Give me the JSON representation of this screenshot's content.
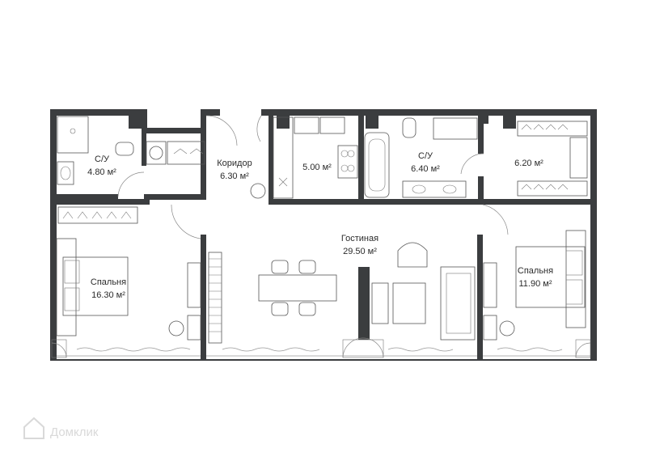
{
  "rooms": [
    {
      "id": "bath1",
      "name": "С/У",
      "area": "4.80 м²"
    },
    {
      "id": "hall",
      "name": "Коридор",
      "area": "6.30 м²"
    },
    {
      "id": "kitchen",
      "name": "",
      "area": "5.00 м²"
    },
    {
      "id": "bath2",
      "name": "С/У",
      "area": "6.40 м²"
    },
    {
      "id": "closet",
      "name": "",
      "area": "6.20 м²"
    },
    {
      "id": "living",
      "name": "Гостиная",
      "area": "29.50 м²"
    },
    {
      "id": "bed1",
      "name": "Спальня",
      "area": "16.30 м²"
    },
    {
      "id": "bed2",
      "name": "Спальня",
      "area": "11.90 м²"
    }
  ],
  "watermark": {
    "text": "Домклик",
    "icon": "house-logo-icon"
  },
  "colors": {
    "wall": "#3b3d3f",
    "furniture": "#555555",
    "watermark": "#d9d9d9"
  }
}
